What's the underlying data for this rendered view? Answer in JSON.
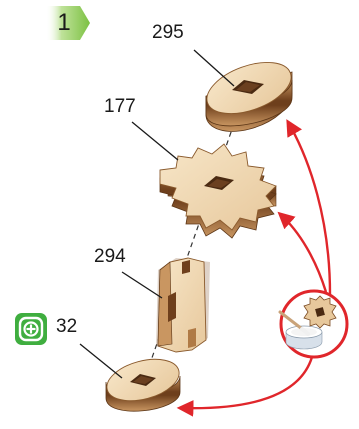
{
  "step": {
    "number": "1"
  },
  "parts": [
    {
      "id": "295"
    },
    {
      "id": "177"
    },
    {
      "id": "294"
    },
    {
      "id": "32"
    }
  ],
  "icons": {
    "parts_bag": "parts-bag-icon",
    "glue": "glue-pot-icon"
  },
  "colors": {
    "step_green": "#7cc142",
    "icon_green": "#3fae3f",
    "arrow_red": "#e0262b",
    "wood_light": "#f1d9b5",
    "wood_mid": "#d9b283",
    "wood_dark": "#7a4a22",
    "wood_core": "#b07a45"
  }
}
